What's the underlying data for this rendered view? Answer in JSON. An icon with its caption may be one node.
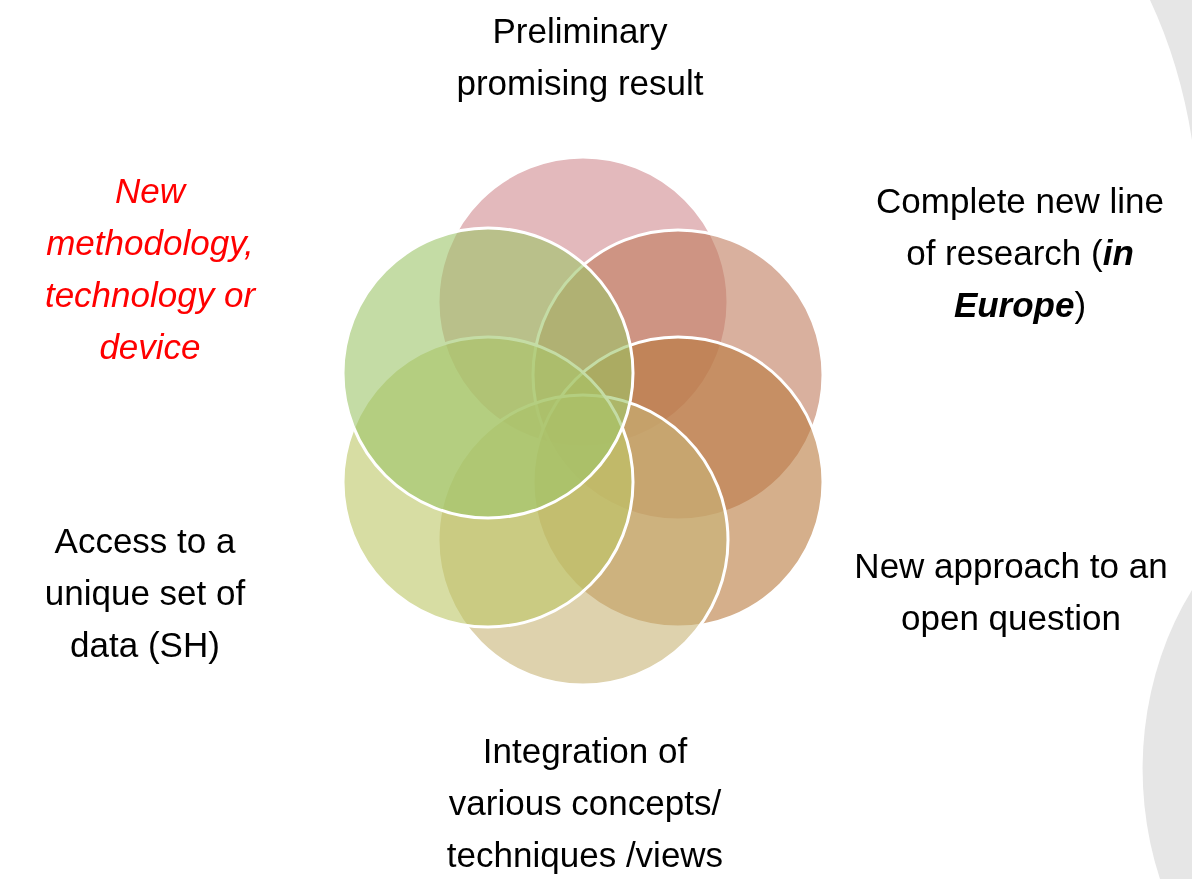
{
  "diagram": {
    "labels": [
      "Preliminary promising result",
      "New methodology, technology or device",
      "Complete new line of research (**in Europe**)",
      "Access to a unique set of data (SH)",
      "New approach to an open question",
      "Integration of various concepts/ techniques /views"
    ]
  }
}
